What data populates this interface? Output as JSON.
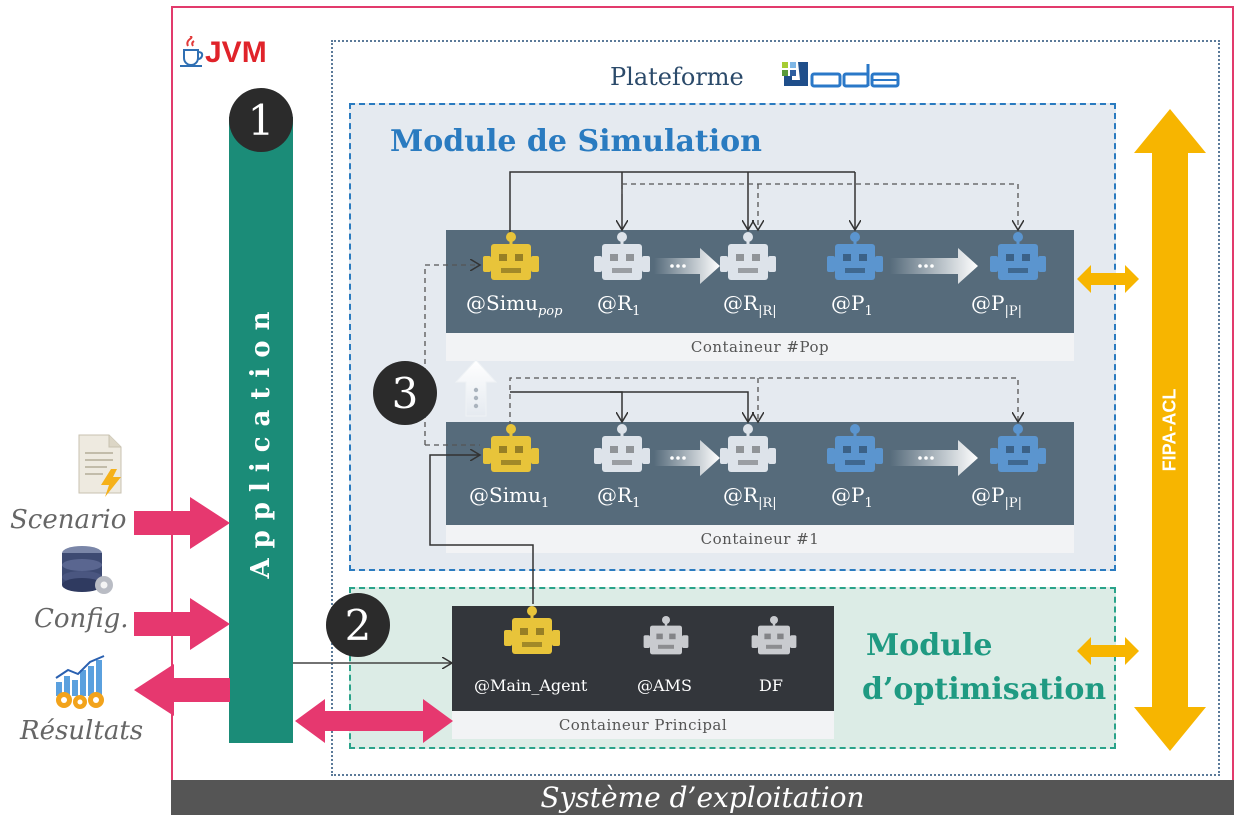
{
  "jvm": {
    "label": "JVM",
    "icon": "java-cup-icon",
    "border_color": "#e23a6c"
  },
  "application": {
    "label": "Application",
    "color": "#1b8c78"
  },
  "platform": {
    "label": "Plateforme",
    "logo_text": "Jade"
  },
  "simulation_module": {
    "title": "Module de Simulation",
    "title_color": "#2a7bc0"
  },
  "optimisation_module": {
    "line1": "Module",
    "line2": "d’optimisation",
    "title_color": "#1f9a82"
  },
  "containers": {
    "pop": {
      "label": "Containeur #Pop",
      "agents": {
        "simu": "@Simu",
        "simu_sub": "pop",
        "r1": "@R",
        "r1_sub": "1",
        "rr": "@R",
        "rr_sub": "|R|",
        "p1": "@P",
        "p1_sub": "1",
        "pp": "@P",
        "pp_sub": "|P|"
      }
    },
    "one": {
      "label": "Containeur #1",
      "agents": {
        "simu": "@Simu",
        "simu_sub": "1",
        "r1": "@R",
        "r1_sub": "1",
        "rr": "@R",
        "rr_sub": "|R|",
        "p1": "@P",
        "p1_sub": "1",
        "pp": "@P",
        "pp_sub": "|P|"
      }
    },
    "main": {
      "label": "Containeur Principal",
      "agents": {
        "main": "@Main_Agent",
        "ams": "@AMS",
        "df": "DF"
      }
    }
  },
  "fipa": {
    "label": "FIPA-ACL",
    "color": "#f7b500"
  },
  "badges": {
    "one": "1",
    "two": "2",
    "three": "3"
  },
  "inputs": {
    "scenario": "Scenario",
    "config": "Config.",
    "results": "Résultats"
  },
  "os": {
    "label": "Système d’exploitation"
  },
  "colors": {
    "arrow_pink": "#e6386f",
    "robot_yellow": "#e8c43a",
    "robot_white": "#dde3ea",
    "robot_blue": "#5b95cf",
    "container_dark": "#566b7b",
    "container_main": "#33363b"
  }
}
